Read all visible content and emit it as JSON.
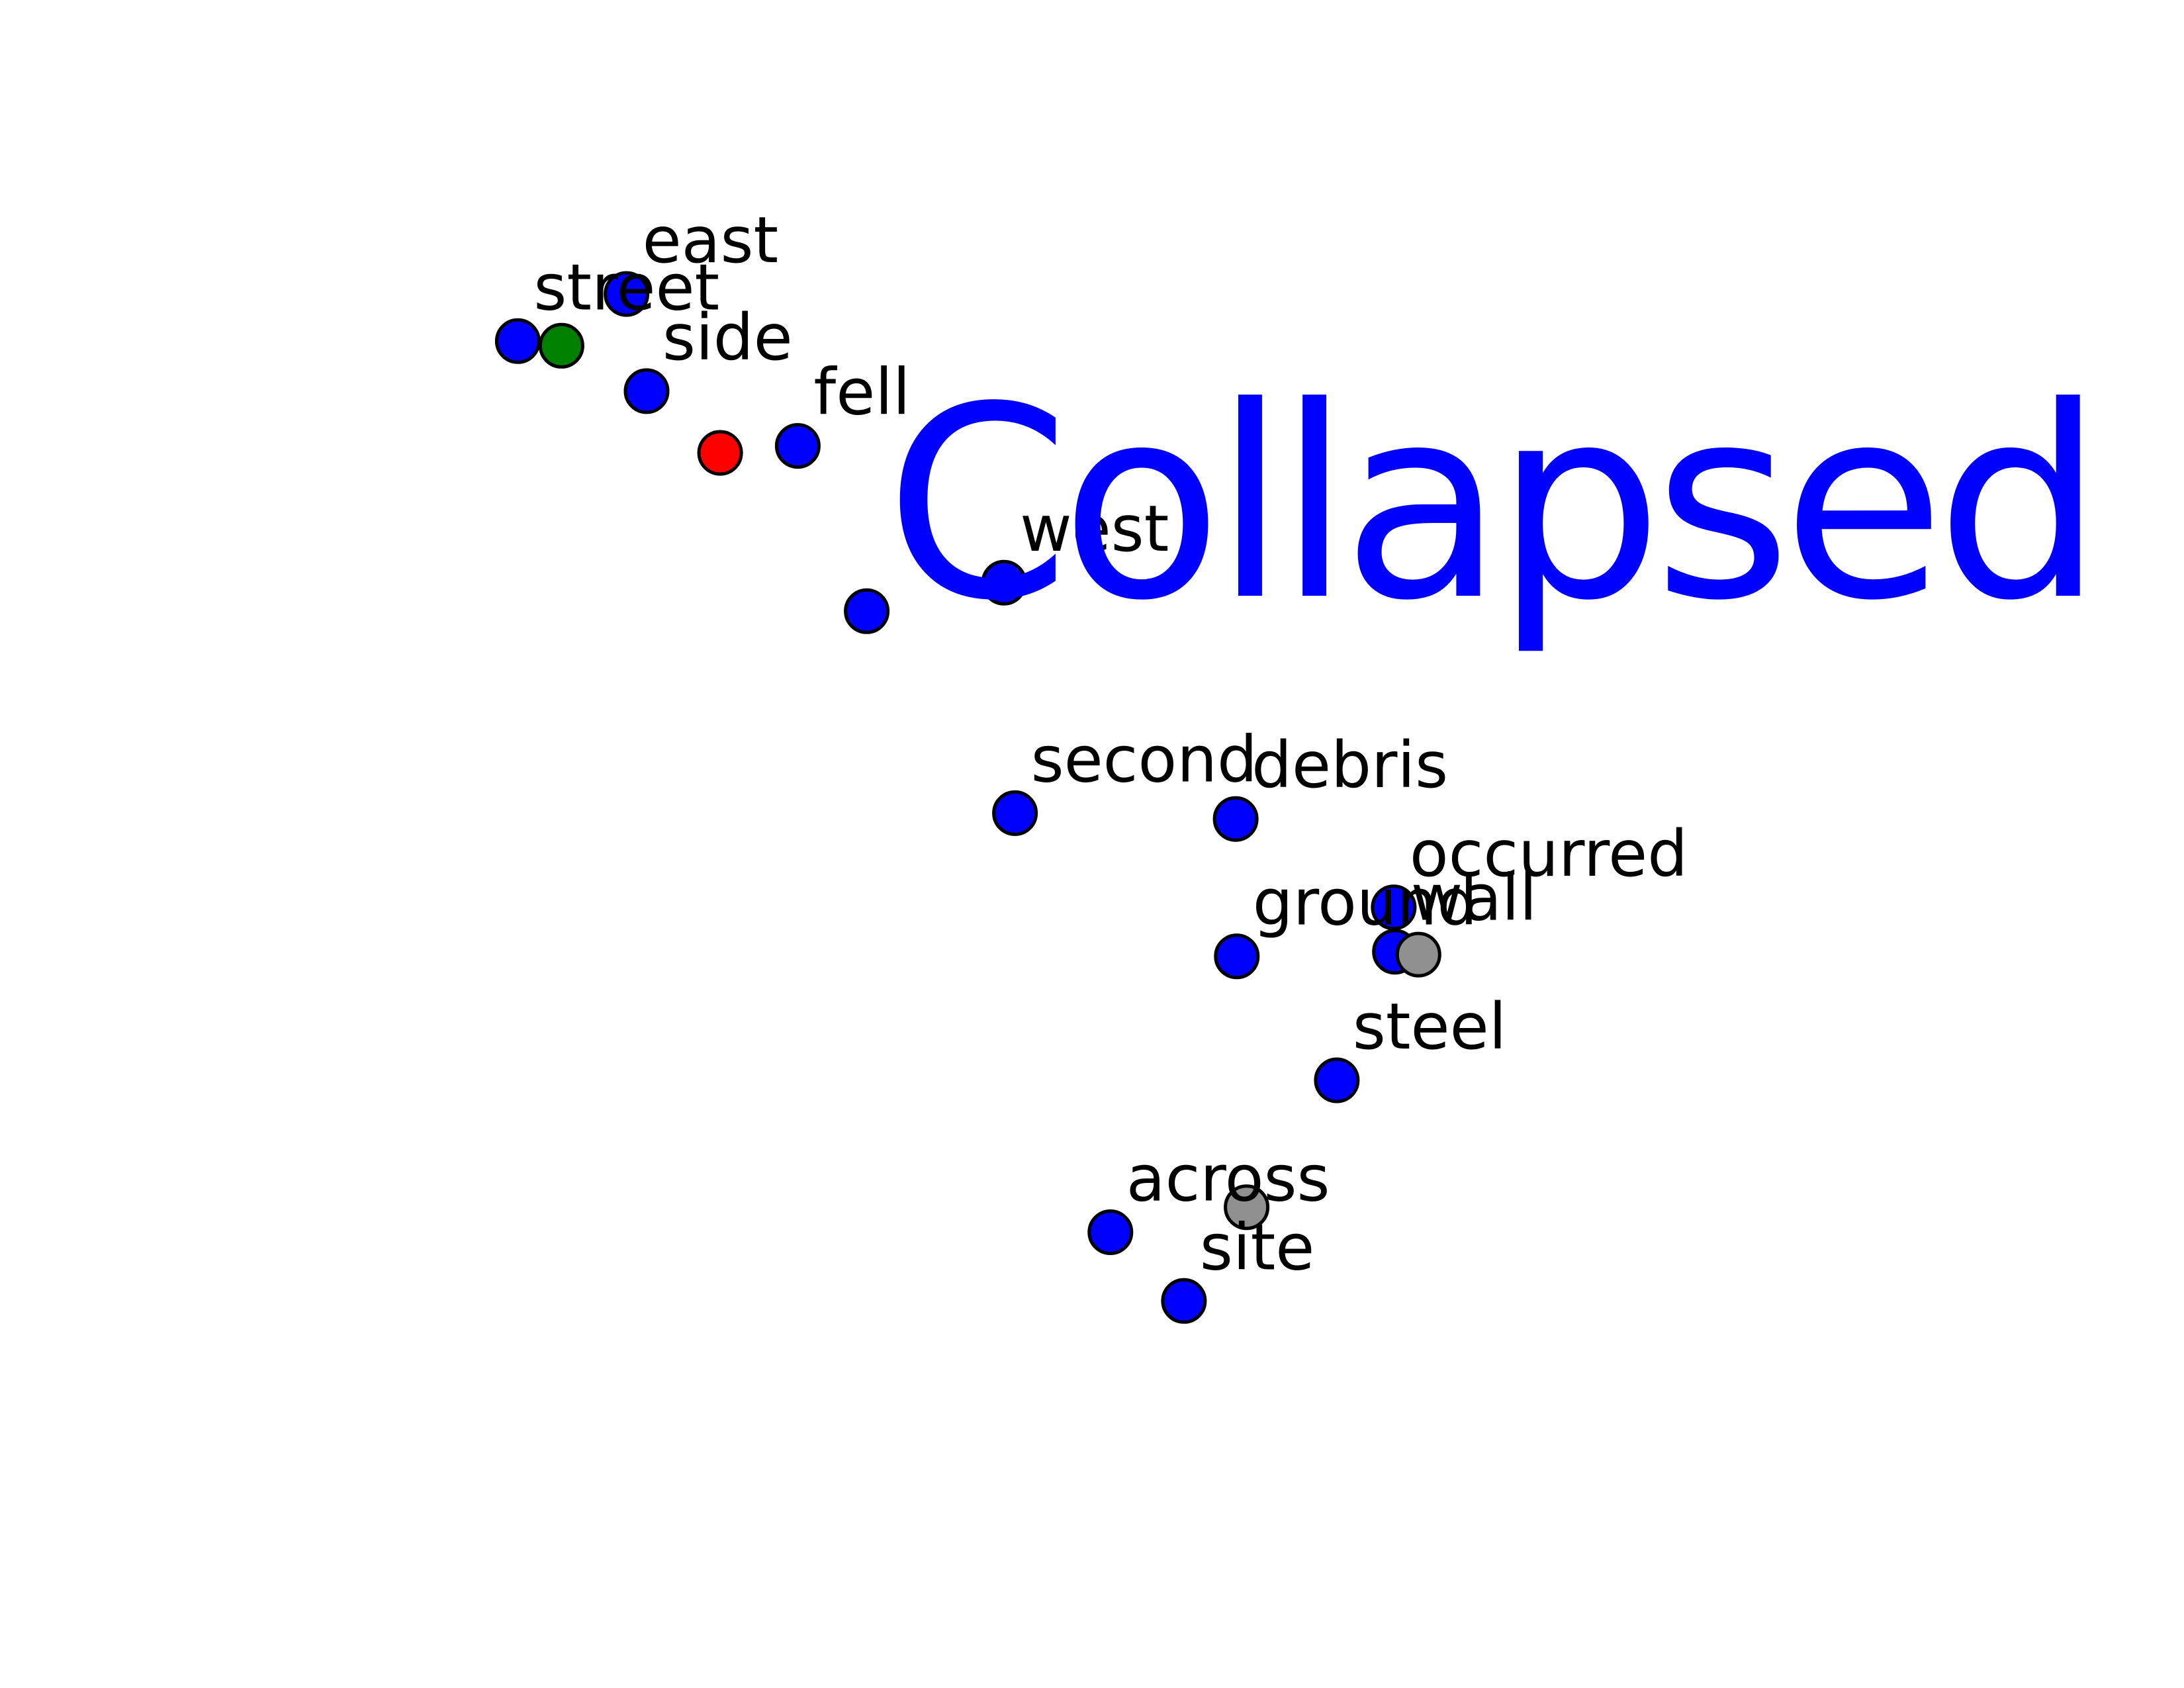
{
  "chart_data": {
    "type": "scatter",
    "title": "Collapsed",
    "title_color": "#0000ff",
    "title_position": "top-right",
    "grid": false,
    "axes_visible": false,
    "legend": false,
    "xlim": [
      -0.5,
      3.3
    ],
    "ylim": [
      -1.95,
      0.95
    ],
    "colors": {
      "blue": "#0000ff",
      "green": "#008000",
      "red": "#ff0000",
      "gray": "#909090"
    },
    "points": [
      {
        "label": "street",
        "x": 0.401,
        "y": 0.364,
        "color": "#0000ff"
      },
      {
        "label": "east",
        "x": 0.59,
        "y": 0.445,
        "color": "#0000ff"
      },
      {
        "label": "side",
        "x": 0.625,
        "y": 0.278,
        "color": "#0000ff"
      },
      {
        "label": "fell",
        "x": 0.888,
        "y": 0.184,
        "color": "#0000ff"
      },
      {
        "label": "west",
        "x": 1.247,
        "y": -0.051,
        "color": "#0000ff"
      },
      {
        "label": "",
        "x": 1.008,
        "y": -0.1,
        "color": "#0000ff"
      },
      {
        "label": "second",
        "x": 1.266,
        "y": -0.447,
        "color": "#0000ff"
      },
      {
        "label": "debris",
        "x": 1.65,
        "y": -0.457,
        "color": "#0000ff"
      },
      {
        "label": "occurred",
        "x": 1.925,
        "y": -0.609,
        "color": "#0000ff"
      },
      {
        "label": "ground",
        "x": 1.652,
        "y": -0.693,
        "color": "#0000ff"
      },
      {
        "label": "wall",
        "x": 1.927,
        "y": -0.685,
        "color": "#0000ff"
      },
      {
        "label": "steel",
        "x": 1.826,
        "y": -0.906,
        "color": "#0000ff"
      },
      {
        "label": "across",
        "x": 1.432,
        "y": -1.167,
        "color": "#0000ff"
      },
      {
        "label": "site",
        "x": 1.56,
        "y": -1.285,
        "color": "#0000ff"
      },
      {
        "label": "",
        "x": 0.477,
        "y": 0.356,
        "color": "#008000"
      },
      {
        "label": "",
        "x": 0.753,
        "y": 0.172,
        "color": "#ff0000"
      },
      {
        "label": "",
        "x": 1.968,
        "y": -0.69,
        "color": "#909090"
      },
      {
        "label": "",
        "x": 1.669,
        "y": -1.124,
        "color": "#909090"
      }
    ]
  }
}
